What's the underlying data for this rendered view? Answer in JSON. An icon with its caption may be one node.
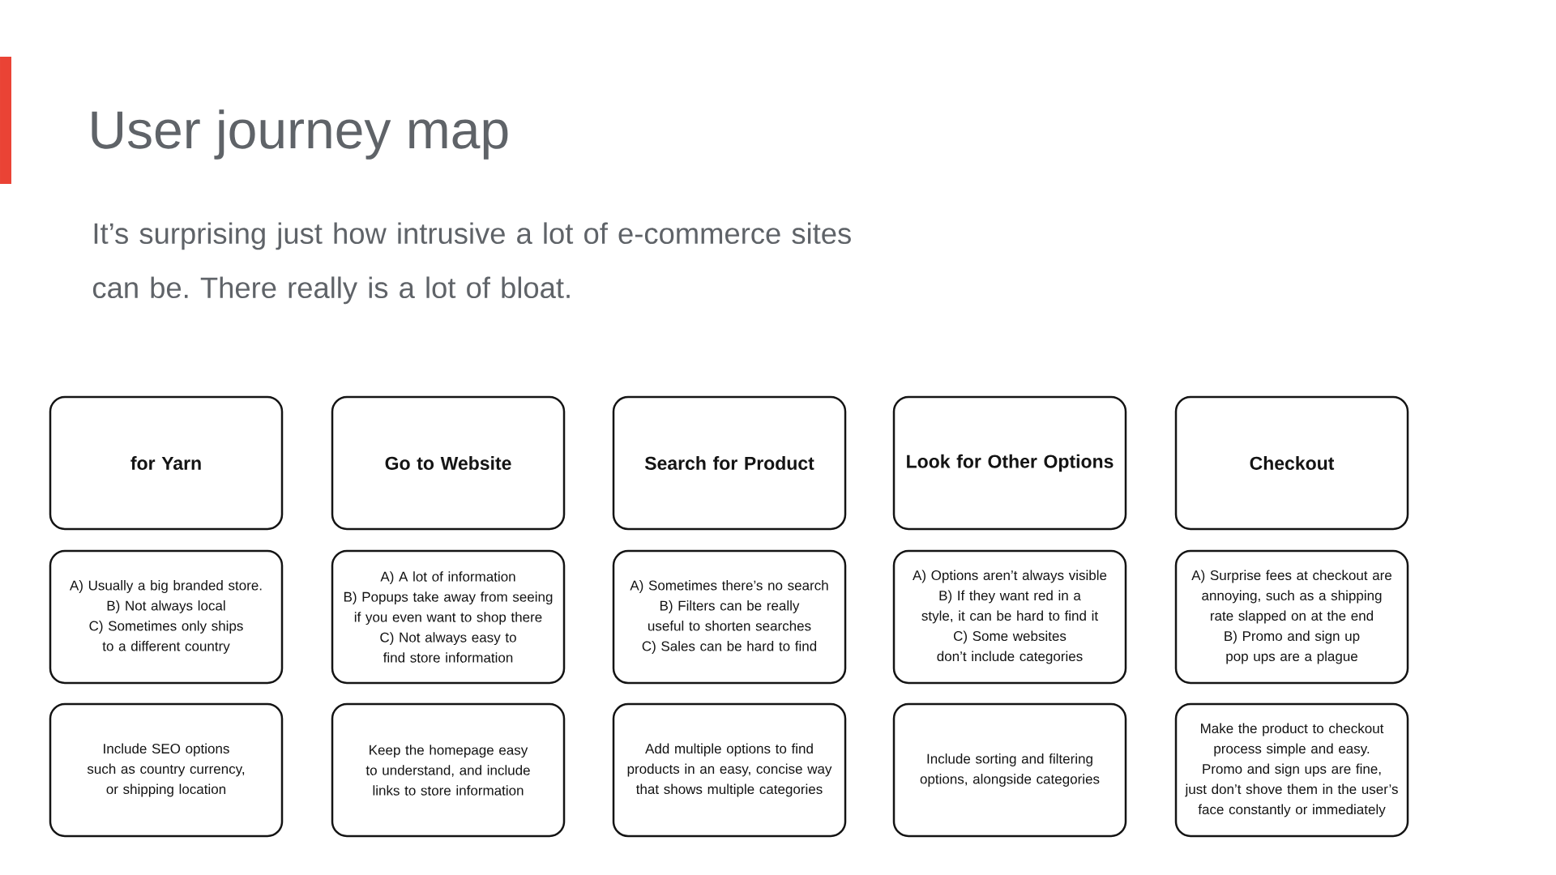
{
  "diagram": {
    "title": "User journey map",
    "nodes": [
      {
        "text": [
          "for Yarn"
        ]
      },
      {
        "text": [
          "Go to Website"
        ]
      },
      {
        "text": [
          "Search for Product"
        ]
      },
      {
        "text": [
          "Look for Other Options"
        ]
      },
      {
        "text": [
          "Checkout"
        ]
      },
      {
        "text": [
          "A) Usually a big branded store.",
          "B) Not always local",
          "C) Sometimes only ships to a different country"
        ]
      },
      {
        "text": [
          "A) A lot of information",
          "B) Popups take away from seeing if you even want to shop there",
          "C) Not always easy to find store information"
        ]
      },
      {
        "text": [
          "A) Sometimes there’s no search",
          "B) Filters can be really useful to shorten searches",
          "C) Sales can be hard to find"
        ]
      },
      {
        "text": [
          "A) Options aren’t always visible",
          "B) If they want red in a style, it can be hard to find it",
          "C) Some websites don’t include categories"
        ]
      },
      {
        "text": [
          "A) Surprise fees at checkout are annoying, such as a shipping rate slapped on at the end",
          "B) Promo and sign up pop ups are a plague"
        ]
      },
      {
        "text": [
          "Include SEO options such as country currency, or shipping location"
        ]
      },
      {
        "text": [
          "Keep the homepage easy to understand, and include links to store information"
        ]
      },
      {
        "text": [
          "Add multiple options to find products in an easy, concise way that shows multiple categories"
        ]
      },
      {
        "text": [
          "Include sorting and filtering options, alongside categories"
        ]
      },
      {
        "text": [
          "Make the product to checkout process simple and easy. Promo and sign ups are fine, just don’t shove them in the user’s face constantly or immediately"
        ]
      }
    ],
    "labels": [
      "It’s surprising just how intrusive a lot of e-commerce sites can be. There really is a lot of bloat."
    ]
  }
}
